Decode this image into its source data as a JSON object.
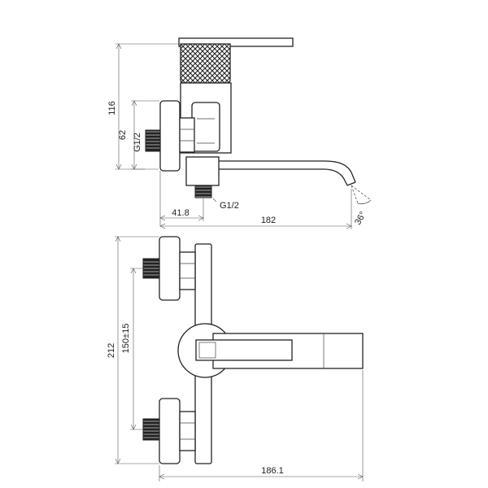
{
  "dimensions": {
    "side_total_height": "116",
    "side_inlet_height": "62",
    "side_thread_vertical": "G1/2",
    "side_offset": "41.8",
    "side_thread_horizontal": "G1/2",
    "side_total_length": "182",
    "spray_angle": "36°",
    "front_total_height": "212",
    "front_center_distance": "150±15",
    "front_total_length": "186.1"
  }
}
